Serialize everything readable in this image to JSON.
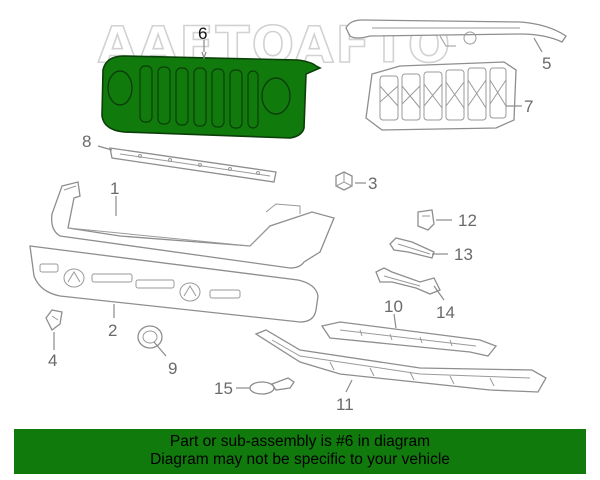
{
  "watermark": "AAFTOAFTO",
  "highlight_color": "#117a0d",
  "highlighted_part": "6",
  "callouts": [
    {
      "id": "1",
      "label": "1"
    },
    {
      "id": "2",
      "label": "2"
    },
    {
      "id": "3",
      "label": "3"
    },
    {
      "id": "4",
      "label": "4"
    },
    {
      "id": "5",
      "label": "5"
    },
    {
      "id": "6",
      "label": "6"
    },
    {
      "id": "7",
      "label": "7"
    },
    {
      "id": "8",
      "label": "8"
    },
    {
      "id": "9",
      "label": "9"
    },
    {
      "id": "10",
      "label": "10"
    },
    {
      "id": "11",
      "label": "11"
    },
    {
      "id": "12",
      "label": "12"
    },
    {
      "id": "13",
      "label": "13"
    },
    {
      "id": "14",
      "label": "14"
    },
    {
      "id": "15",
      "label": "15"
    }
  ],
  "banner": {
    "line1": "Part or sub-assembly is #6 in diagram",
    "line2": "Diagram may not be specific to your vehicle"
  }
}
